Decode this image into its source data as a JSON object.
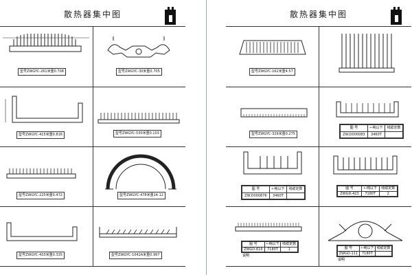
{
  "left": {
    "title": "散热器集中图",
    "labels": [
      "型号ZWGYC-261米重0.708",
      "型号ZWGYC-30米重0.705",
      "型号ZWGYC-415米重0.816",
      "型号ZWGYC-530米重0.103",
      "型号ZWGYC-225米重0.472",
      "型号ZWGYC-478米重14.12",
      "型号ZWGYC-433米重0.335",
      "型号ZWGYC-1042A米重0.997"
    ]
  },
  "right": {
    "title": "散热器集中图",
    "labels": [
      "型号ZWGYC-162米重4.57",
      "型号ZWGYC-329米重0.275"
    ],
    "tables": [
      {
        "header": [
          "图 号",
          "←纯以下",
          "线缆定数"
        ],
        "row": [
          "ZW.D000083",
          "3460T",
          ""
        ]
      },
      {
        "header": [
          "图 号",
          "←纯以下",
          "线缆定数"
        ],
        "row": [
          "ZW.D000876",
          "3460T",
          ""
        ]
      },
      {
        "header": [
          "图 号",
          "←纯以下",
          "线缆定数"
        ],
        "row": [
          "ZWGD-423",
          "7180T",
          "2"
        ]
      },
      {
        "header": [
          "图 号",
          "←纯以下",
          "线缆定数"
        ],
        "row": [
          "ZWGD-616",
          "7180T",
          "1"
        ],
        "note": "说明"
      },
      {
        "header": [
          "图 号",
          "←纯以下",
          "线缆定数"
        ],
        "row": [
          "ZWGD-111",
          "7180T",
          ""
        ],
        "note": "说明"
      }
    ]
  }
}
